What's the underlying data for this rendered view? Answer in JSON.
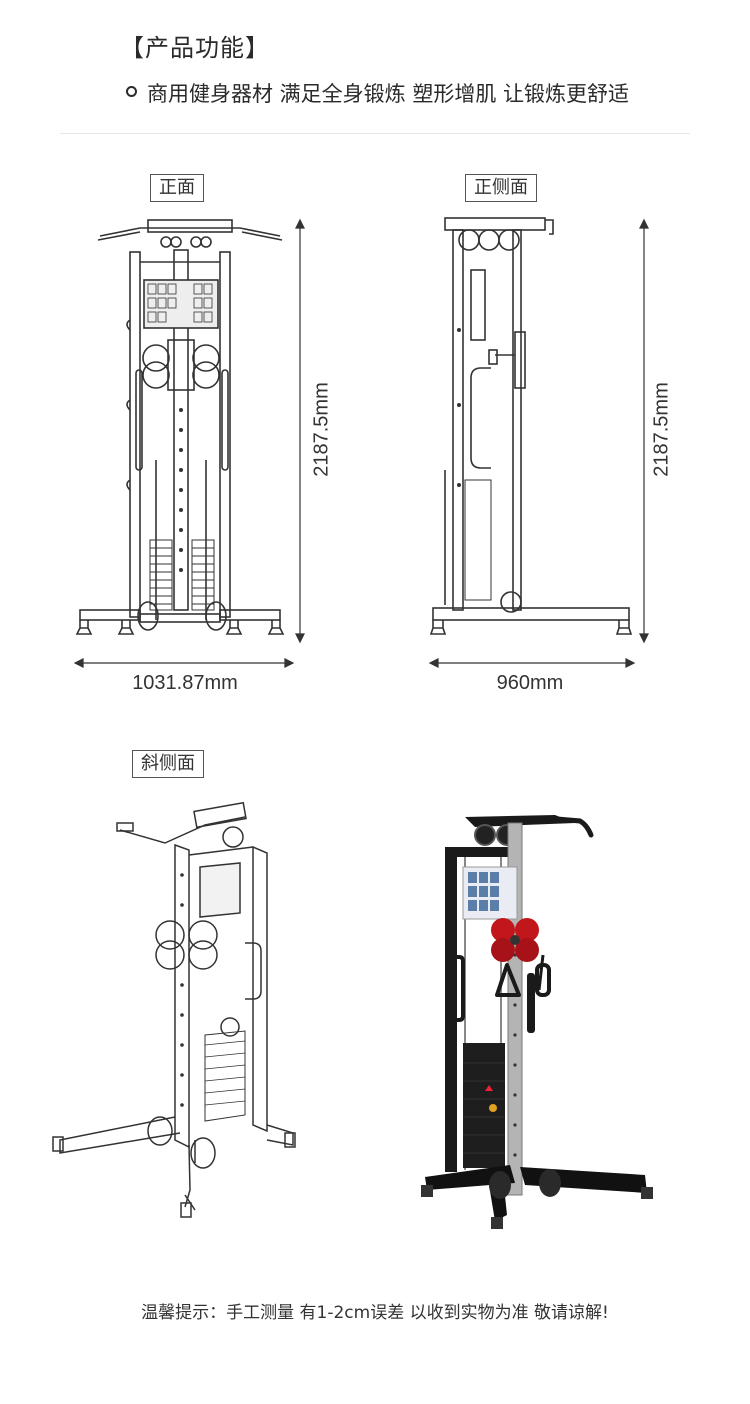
{
  "header": {
    "title": "【产品功能】",
    "subtitle": "商用健身器材 满足全身锻炼 塑形增肌 让锻炼更舒适"
  },
  "views": {
    "front_label": "正面",
    "side_label": "正侧面",
    "oblique_label": "斜侧面"
  },
  "dimensions": {
    "front_height": "2187.5mm",
    "front_width": "1031.87mm",
    "side_height": "2187.5mm",
    "side_depth": "960mm"
  },
  "colors": {
    "line": "#333333",
    "frame_black": "#1a1a1a",
    "accent_red": "#c0161c",
    "upright_silver": "#a8a8a8"
  },
  "footer": {
    "note": "温馨提示：手工测量 有1-2cm误差 以收到实物为准 敬请谅解!"
  }
}
